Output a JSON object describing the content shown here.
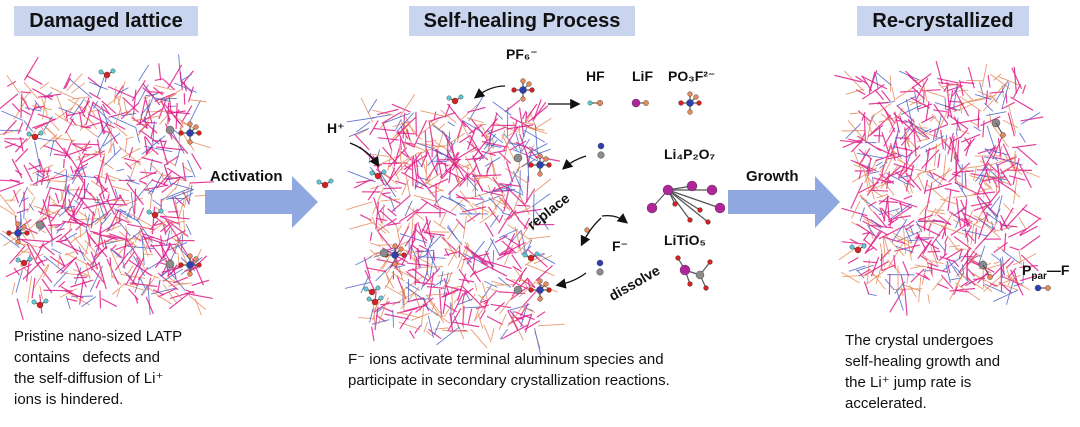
{
  "panels": {
    "left": {
      "title": "Damaged lattice",
      "caption": [
        "Pristine nano-sized LATP",
        "contains   defects and",
        "the self-diffusion of Li⁺",
        "ions is hindered."
      ]
    },
    "middle": {
      "title": "Self-healing Process",
      "caption": [
        "F⁻ ions activate terminal aluminum species and",
        "participate in secondary crystallization reactions."
      ]
    },
    "right": {
      "title": "Re-crystallized",
      "caption": [
        "The crystal undergoes",
        "self-healing growth and",
        "the Li⁺ jump rate is",
        "accelerated."
      ]
    }
  },
  "arrows": {
    "activation": "Activation",
    "growth": "Growth"
  },
  "labels": {
    "pf6": "PF₆⁻",
    "hf": "HF",
    "lif": "LiF",
    "po3f": "PO₃F²⁻",
    "hplus": "H⁺",
    "li4p2o7": "Li₄P₂O₇",
    "litio5": "LiTiO₅",
    "replace": "replace",
    "fminus": "F⁻",
    "dissolve": "dissolve",
    "ppar": "P",
    "ppar_sub": "par",
    "ppar_tail": "—F"
  },
  "colors": {
    "title_bg": "#c9d5ee",
    "big_arrow": "#8fa9e0",
    "lattice_magenta": "#e0208a",
    "lattice_orange": "#e58a5a",
    "lattice_blue": "#4a63c8",
    "atom_purple": "#b0259a",
    "atom_red": "#d92020",
    "atom_blue": "#2f3fb0",
    "atom_grey": "#8c8c8c",
    "atom_cyan": "#5fc9d6"
  }
}
